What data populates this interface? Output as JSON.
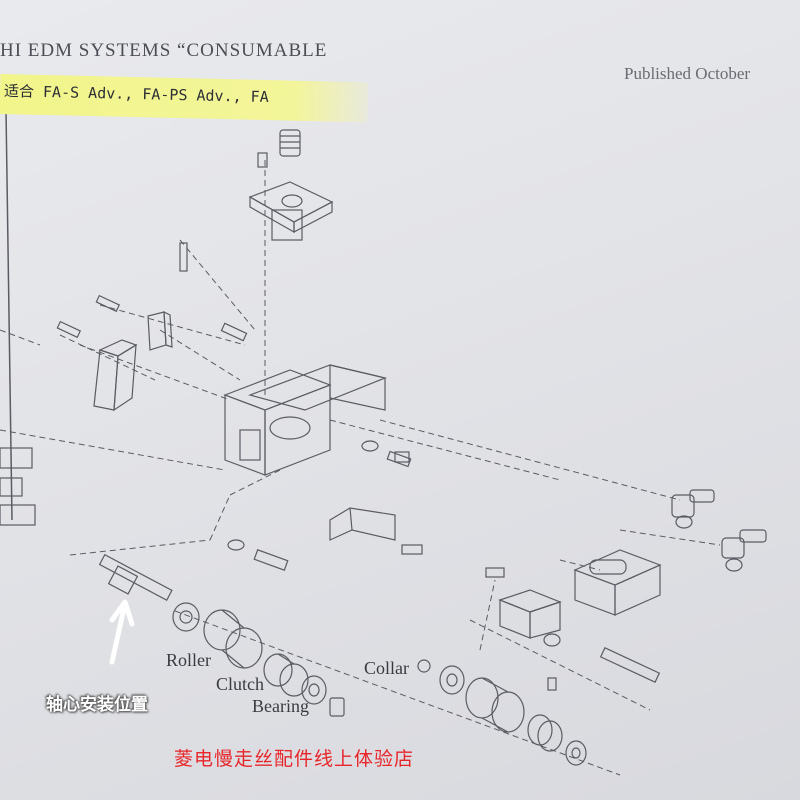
{
  "header": {
    "title": "HI EDM SYSTEMS “CONSUMABLE",
    "published": "Published October",
    "compatibility": "适合 FA-S Adv., FA-PS Adv., FA"
  },
  "parts": {
    "roller": "Roller",
    "clutch": "Clutch",
    "bearing": "Bearing",
    "collar": "Collar"
  },
  "annotations": {
    "axle_install_position": "轴心安装位置",
    "shop_caption": "菱电慢走丝配件线上体验店"
  },
  "icons": [
    "upward-arrow-icon"
  ],
  "colors": {
    "highlight": "#f1f58a",
    "shop_caption": "#e8262a",
    "paper": "#e4e5e9",
    "ink": "#5a5c63"
  }
}
